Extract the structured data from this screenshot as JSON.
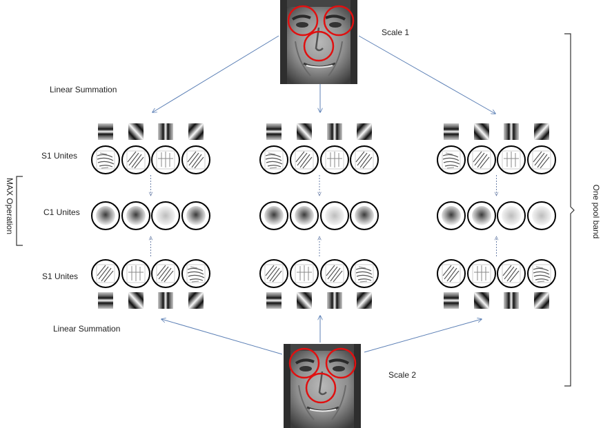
{
  "labels": {
    "scale1": "Scale 1",
    "scale2": "Scale 2",
    "linear_summation_top": "Linear  Summation",
    "linear_summation_bottom": "Linear  Summation",
    "s1_units_top": "S1 Unites",
    "c1_units": "C1 Unites",
    "s1_units_bottom": "S1 Unites",
    "max_operation": "MAX Operation",
    "one_pool_band": "One pool band"
  },
  "colors": {
    "arrow": "#5b7fb5",
    "receptive_field_circle": "#e01010",
    "unit_border": "#000000",
    "bracket": "#333333"
  },
  "icons": {
    "face_image": "face-photo-icon",
    "gabor_filter": "gabor-filter-icon",
    "s1_unit": "s1-unit-response-icon",
    "c1_unit": "c1-unit-response-icon"
  }
}
